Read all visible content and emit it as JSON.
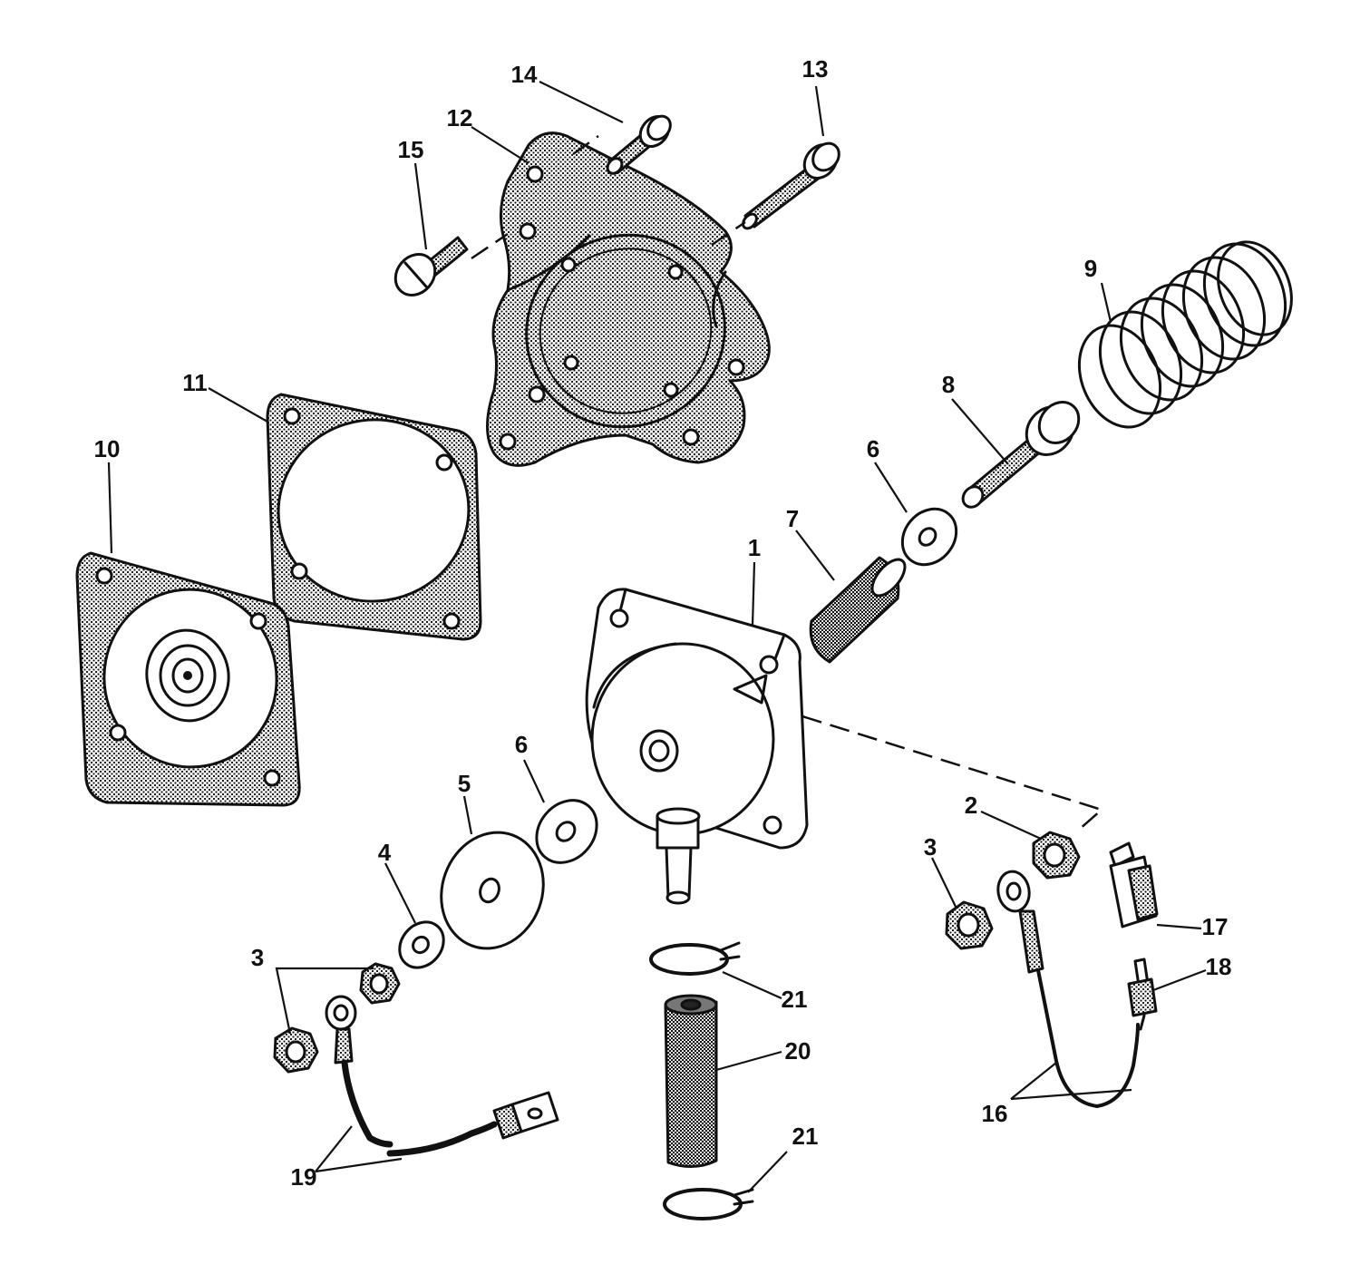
{
  "colors": {
    "ink": "#111111",
    "paper": "#ffffff",
    "shade": "#9a9a9a"
  },
  "callouts": {
    "c1": "1",
    "c2": "2",
    "c3a": "3",
    "c3b": "3",
    "c4": "4",
    "c5": "5",
    "c6a": "6",
    "c6b": "6",
    "c7": "7",
    "c8": "8",
    "c9": "9",
    "c10": "10",
    "c11": "11",
    "c12": "12",
    "c13": "13",
    "c14": "14",
    "c15": "15",
    "c16": "16",
    "c17": "17",
    "c18": "18",
    "c19": "19",
    "c20": "20",
    "c21a": "21",
    "c21b": "21"
  }
}
